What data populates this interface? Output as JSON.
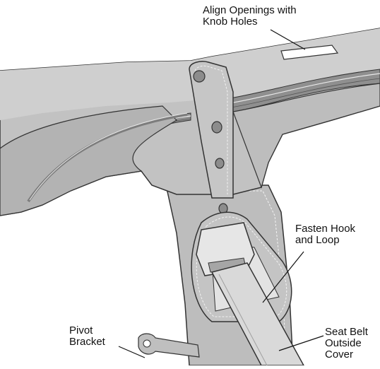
{
  "figure": {
    "labels": {
      "align_openings": [
        "Align Openings with",
        "Knob Holes"
      ],
      "fasten_hook": [
        "Fasten Hook",
        "and Loop"
      ],
      "pivot_bracket": [
        "Pivot",
        "Bracket"
      ],
      "seat_belt_cover": [
        "Seat Belt",
        "Outside",
        "Cover"
      ]
    },
    "colors": {
      "fabric": "#bdbdbd",
      "fabric_light": "#cfcfcf",
      "fabric_dark": "#9a9a9a",
      "outline": "#333333",
      "stitch": "#f2f2f2",
      "belt": "#d9d9d9",
      "knob": "#8c8c8c"
    }
  }
}
